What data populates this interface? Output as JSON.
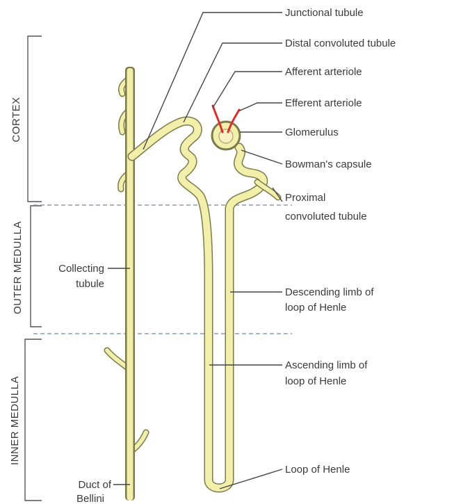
{
  "zones": {
    "cortex": "CORTEX",
    "outer_medulla": "OUTER MEDULLA",
    "inner_medulla": "INNER MEDULLA"
  },
  "labels": {
    "junctional_tubule": "Junctional tubule",
    "distal_convoluted_tubule": "Distal convoluted tubule",
    "afferent_arteriole": "Afferent arteriole",
    "efferent_arteriole": "Efferent arteriole",
    "glomerulus": "Glomerulus",
    "bowmans_capsule": "Bowman's capsule",
    "proximal_line1": "Proximal",
    "proximal_line2": "convoluted tubule",
    "collecting_line1": "Collecting",
    "collecting_line2": "tubule",
    "descending_line1": "Descending limb of",
    "descending_line2": "loop of Henle",
    "ascending_line1": "Ascending limb of",
    "ascending_line2": "loop of Henle",
    "loop_of_henle": "Loop of Henle",
    "duct_line1": "Duct of",
    "duct_line2": "Bellini"
  },
  "colors": {
    "tubule_fill": "#f2efab",
    "tubule_outline": "#7a7a4a",
    "arteriole": "#d9302b",
    "zone_divider": "#8a9ab5"
  }
}
